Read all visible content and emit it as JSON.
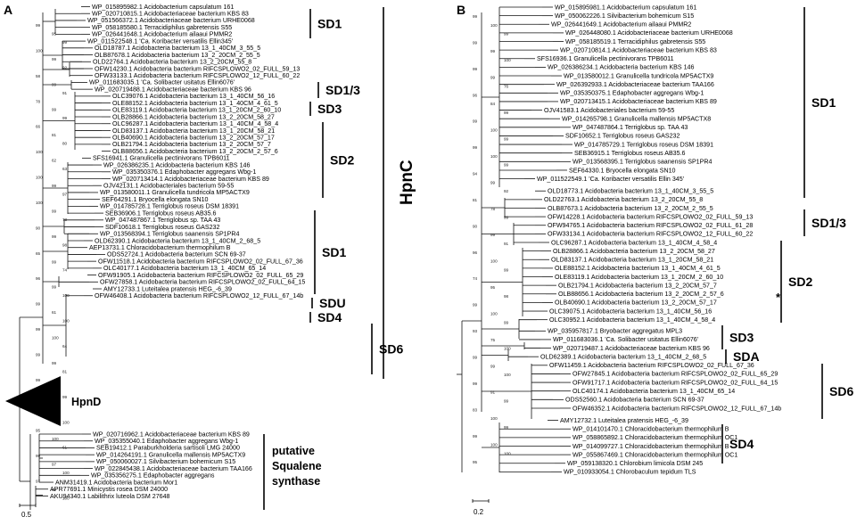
{
  "panels": [
    {
      "letter": "A",
      "scale": "0.5",
      "tips": [
        "WP_015895982.1 Acidobacterium capsulatum 161",
        "WP_020710815.1 Acidobacteriaceae bacterium KBS 83",
        "WP_051566372.1 Acidobacteriaceae bacterium URHE0068",
        "WP_058185580.1 Terracidiphilus gabretensis S55",
        "WP_026441648.1 Acidobacterium ailaaui PMMR2",
        "WP_011522548.1 'Ca. Koribacter versatilis Ellin345'",
        "OLD18787.1 Acidobacteria bacterium 13_1_40CM_3_55_5",
        "OLB87678.1 Acidobacteria bacterium 13_2_20CM_2_55_5",
        "OLD22764.1 Acidobacteria bacterium 13_2_20CM_55_8",
        "OFW14230.1 Acidobacteria bacterium RIFCSPLOWO2_02_FULL_59_13",
        "OFW33133.1 Acidobacteria bacterium RIFCSPLOWO2_12_FULL_60_22",
        "WP_011683035.1 'Ca. Solibacter usitatus Ellin6076'",
        "WP_020719488.1 Acidobacteriaceae bacterium KBS 96",
        "OLC39076.1 Acidobacteria bacterium 13_1_40CM_56_16",
        "OLE88152.1 Acidobacteria bacterium 13_1_40CM_4_61_5",
        "OLE83119.1 Acidobacteria bacterium 13_1_20CM_2_60_10",
        "OLB28866.1 Acidobacteria bacterium 13_2_20CM_58_27",
        "OLC96287.1 Acidobacteria bacterium 13_1_40CM_4_58_4",
        "OLD83137.1 Acidobacteria bacterium 13_1_20CM_58_21",
        "OLB40690.1 Acidobacteria bacterium 13_2_20CM_57_17",
        "OLB21794.1 Acidobacteria bacterium 13_2_20CM_57_7",
        "OLB88656.1 Acidobacteria bacterium 13_2_20CM_2_57_6",
        "SFS16941.1 Granulicella pectinivorans TPB6011",
        "WP_026386235.1 Acidobacteria bacterium KBS 146",
        "WP_035350376.1 Edaphobacter aggregans Wbg-1",
        "WP_020713414.1 Acidobacteriaceae bacterium KBS 89",
        "OJV42131.1 Acidobacteriales bacterium 59-55",
        "WP_013580011.1 Granulicella tundricola MP5ACTX9",
        "SEF64291.1 Bryocella elongata SN10",
        "WP_014785728.1 Terriglobus roseus DSM 18391",
        "SEB36906.1 Terriglobus roseus AB35.6",
        "WP_047487867.1 Terriglobus sp. TAA 43",
        "SDF10618.1 Terriglobus roseus GAS232",
        "WP_013568394.1 Terriglobus saanensis SP1PR4",
        "OLD62390.1 Acidobacteria bacterium 13_1_40CM_2_68_5",
        "AEP13731.1 Chloracidobacterium thermophilum B",
        "ODS52724.1 Acidobacteria bacterium SCN 69-37",
        "OFW11518.1 Acidobacteria bacterium RIFCSPLOWO2_02_FULL_67_36",
        "OLC40177.1 Acidobacteria bacterium 13_1_40CM_65_14",
        "OFW91905.1 Acidobacteria bacterium RIFCSPLOWO2_02_FULL_65_29",
        "OFW27858.1 Acidobacteria bacterium RIFCSPLOWO2_02_FULL_64_15",
        "AMY12733.1 Luteitalea pratensis HEG_-6_39",
        "OFW46408.1 Acidobacteria bacterium RIFCSPLOWO2_12_FULL_67_14b",
        "WP_020716962.1 Acidobacteriaceae bacterium KBS 89",
        "WP_035355040.1 Edaphobacter aggregans Wbg-1",
        "SEB19412.1 Paraburkholderia sartisoli LMG 24000",
        "WP_014264191.1 Granulicella mallensis MP5ACTX9",
        "WP_050060027.1 Silvibacterium bohemicum S15",
        "WP_022845438.1 Acidobacteriaceae bacterium TAA166",
        "WP_035356275.1 Edaphobacter aggregans",
        "ANM31419.1 Acidobacteria bacterium Mor1",
        "APR77691.1 Minicystis rosea DSM 24000",
        "AKU94340.1 Labilithrix luteola DSM 27648"
      ],
      "collapsed_clade": "HpnD",
      "clades": [
        {
          "label": "SD1"
        },
        {
          "label": "SD1/3"
        },
        {
          "label": "SD3"
        },
        {
          "label": "SD2"
        },
        {
          "label": "SD1"
        },
        {
          "label": "SDU"
        },
        {
          "label": "SD4"
        },
        {
          "label": "SD6"
        },
        {
          "label": "HpnC"
        },
        {
          "label": "putative Squalene synthase"
        }
      ],
      "bootstrap": [
        "99",
        "95",
        "99",
        "100",
        "99",
        "92",
        "58",
        "99",
        "91",
        "78",
        "99",
        "99",
        "66",
        "81",
        "80",
        "100",
        "62",
        "63",
        "100",
        "99",
        "97",
        "100",
        "99",
        "73",
        "90",
        "99",
        "98",
        "65",
        "99",
        "74",
        "96",
        "99",
        "100",
        "99",
        "61",
        "100",
        "99",
        "100",
        "64",
        "99",
        "99",
        "81",
        "99",
        "100",
        "99",
        "98",
        "93",
        "100",
        "95",
        "100",
        "61",
        "99",
        "97",
        "100",
        "97",
        "99",
        "100"
      ]
    },
    {
      "letter": "B",
      "scale": "0.2",
      "star": "*",
      "tips": [
        "WP_015895981.1 Acidobacterium capsulatum 161",
        "WP_050062226.1 Silvibacterium bohemicum S15",
        "WP_026441649.1 Acidobacterium ailaaui PMMR2",
        "WP_026448080.1 Acidobacteriaceae bacterium URHE0068",
        "WP_058185519.1 Terracidiphilus gabretensis S55",
        "WP_020710814.1 Acidobacteriaceae bacterium KBS 83",
        "SFS16936.1 Granulicella pectinivorans TPB6011",
        "WP_026386234.1 Acidobacteria bacterium KBS 146",
        "WP_013580012.1 Granulicella tundricola MP5ACTX9",
        "WP_026392933.1 Acidobacteriaceae bacterium TAA166",
        "WP_035350375.1 Edaphobacter aggregans Wbg-1",
        "WP_020713415.1 Acidobacteriaceae bacterium KBS 89",
        "OJV41583.1 Acidobacteriales bacterium 59-55",
        "WP_014265798.1 Granulicella mallensis MP5ACTX8",
        "WP_047487864.1 Terriglobus sp. TAA 43",
        "SDF10652.1 Terriglobus roseus GAS232",
        "WP_014785729.1 Terriglobus roseus DSM 18391",
        "SEB36915.1 Terriglobus roseus AB35.6",
        "WP_013568395.1 Terriglobus saanensis SP1PR4",
        "SEF64330.1 Bryocella elongata SN10",
        "WP_011522549.1 'Ca. Koribacter versatilis Ellin 345'",
        "OLD18773.1 Acidobacteria bacterium 13_1_40CM_3_55_5",
        "OLD22763.1 Acidobacteria bacterium 13_2_20CM_55_8",
        "OLB87673.1 Acidobacteria bacterium 13_2_20CM_2_55_5",
        "OFW14228.1 Acidobacteria bacterium RIFCSPLOWO2_02_FULL_59_13",
        "OFW94765.1 Acidobacteria bacterium RIFCSPLOWO2_02_FULL_61_28",
        "OFW33134.1 Acidobacteria bacterium RIFCSPLOWO2_12_FULL_60_22",
        "OLC96287.1 Acidobacteria bacterium 13_1_40CM_4_58_4",
        "OLB28866.1 Acidobacteria bacterium 13_2_20CM_58_27",
        "OLD83137.1 Acidobacteria bacterium 13_1_20CM_58_21",
        "OLE88152.1 Acidobacteria bacterium 13_1_40CM_4_61_5",
        "OLE83119.1 Acidobacteria bacterium 13_1_20CM_2_60_10",
        "OLB21794.1 Acidobacteria bacterium 13_2_20CM_57_7",
        "OLB88656.1 Acidobacteria bacterium 13_2_20CM_2_57_6",
        "OLB40690.1 Acidobacteria bacterium 13_2_20CM_57_17",
        "OLC39075.1 Acidobacteria bacterium 13_1_40CM_56_16",
        "OLC30952.1 Acidobacteria bacterium 13_1_40CM_4_58_4",
        "WP_035957817.1 Bryobacter aggregatus MPL3",
        "WP_011683036.1 'Ca. Solibacter usitatus Ellin6076'",
        "WP_020719487.1 Acidobacteriaceae bacterium KBS 96",
        "OLD62389.1 Acidobacteria bacterium 13_1_40CM_2_68_5",
        "OFW11459.1 Acidobacteria bacterium RIFCSPLOWO2_02_FULL_67_36",
        "OFW27845.1 Acidobacteria bacterium RIFCSPLOWO2_02_FULL_65_29",
        "OFW91717.1 Acidobacteria bacterium RIFCSPLOWO2_02_FULL_64_15",
        "OLC40174.1 Acidobacteria bacterium 13_1_40CM_65_14",
        "ODS52560.1 Acidobacteria bacterium SCN 69-37",
        "OFW46352.1 Acidobacteria bacterium RIFCSPLOWO2_12_FULL_67_14b",
        "AMY12732.1 Luteitalea pratensis HEG_-6_39",
        "WP_014101470.1 Chloracidobacterium thermophilum B",
        "WP_058865892.1 Chloracidobacterium thermophilum OC1",
        "WP_014099727.1 Chloracidobacterium thermophilum B",
        "WP_055867469.1 Chloracidobacterium thermophilum OC1",
        "WP_059138320.1 Chlorobium limicola DSM 245",
        "WP_010933054.1 Chlorobaculum tepidum TLS"
      ],
      "clades": [
        {
          "label": "SD1"
        },
        {
          "label": "SD1/3"
        },
        {
          "label": "SD2"
        },
        {
          "label": "SD3"
        },
        {
          "label": "SDA"
        },
        {
          "label": "SD6"
        },
        {
          "label": "SD4"
        }
      ],
      "bootstrap": [
        "99",
        "100",
        "99",
        "99",
        "99",
        "100",
        "99",
        "99",
        "76",
        "96",
        "84",
        "99",
        "99",
        "100",
        "99",
        "99",
        "100",
        "99",
        "94",
        "99",
        "92",
        "81",
        "78",
        "99",
        "90",
        "99",
        "91",
        "96",
        "100",
        "99",
        "74",
        "95",
        "98",
        "99",
        "100",
        "99",
        "93",
        "75",
        "100",
        "99",
        "99",
        "100",
        "99",
        "91",
        "99",
        "83",
        "100",
        "99",
        "99",
        "100",
        "100",
        "95"
      ]
    }
  ]
}
